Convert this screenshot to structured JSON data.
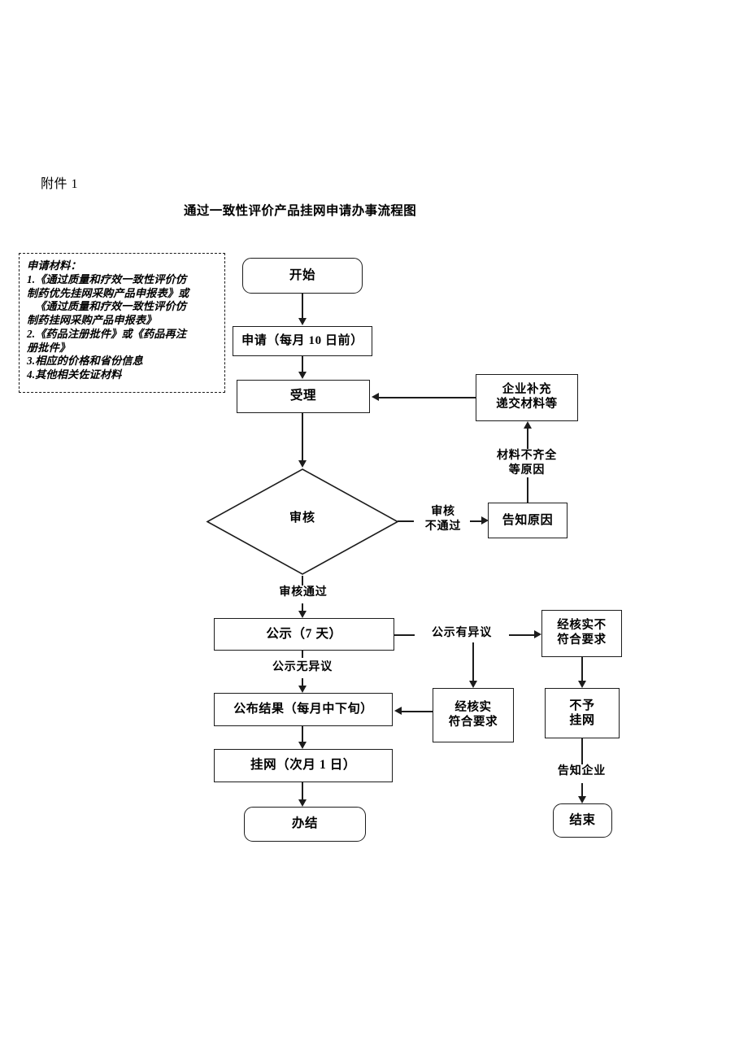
{
  "document": {
    "attachment_label": "附件 1",
    "title": "通过一致性评价产品挂网申请办事流程图"
  },
  "materials": {
    "heading": "申请材料：",
    "items": [
      "1.《通过质量和疗效一致性评价仿",
      "制药优先挂网采购产品申报表》或",
      "《通过质量和疗效一致性评价仿",
      "制药挂网采购产品申报表》",
      "2.《药品注册批件》或《药品再注",
      "册批件》",
      "3.相应的价格和省份信息",
      "4.其他相关佐证材料"
    ]
  },
  "nodes": {
    "start": {
      "label": "开始"
    },
    "apply": {
      "label": "申请（每月 10 日前）"
    },
    "accept": {
      "label": "受理"
    },
    "review": {
      "label": "审核"
    },
    "supplement": {
      "line1": "企业补充",
      "line2": "递交材料等"
    },
    "notify_reason": {
      "label": "告知原因"
    },
    "publicity": {
      "label": "公示（7 天）"
    },
    "publish_result": {
      "label": "公布结果（每月中下旬）"
    },
    "listing": {
      "label": "挂网（次月 1 日）"
    },
    "completed": {
      "label": "办结"
    },
    "verified_not_compliant": {
      "line1": "经核实不",
      "line2": "符合要求"
    },
    "verified_compliant": {
      "line1": "经核实",
      "line2": "符合要求"
    },
    "no_listing": {
      "line1": "不予",
      "line2": "挂网"
    },
    "end": {
      "label": "结束"
    }
  },
  "edge_labels": {
    "review_failed": {
      "line1": "审核",
      "line2": "不通过"
    },
    "review_passed": "审核通过",
    "incomplete_materials": {
      "line1": "材料不齐全",
      "line2": "等原因"
    },
    "publicity_no_objection": "公示无异议",
    "publicity_objection": "公示有异议",
    "notify_enterprise": "告知企业"
  },
  "colors": {
    "stroke": "#1c1c1c",
    "background": "#ffffff"
  }
}
